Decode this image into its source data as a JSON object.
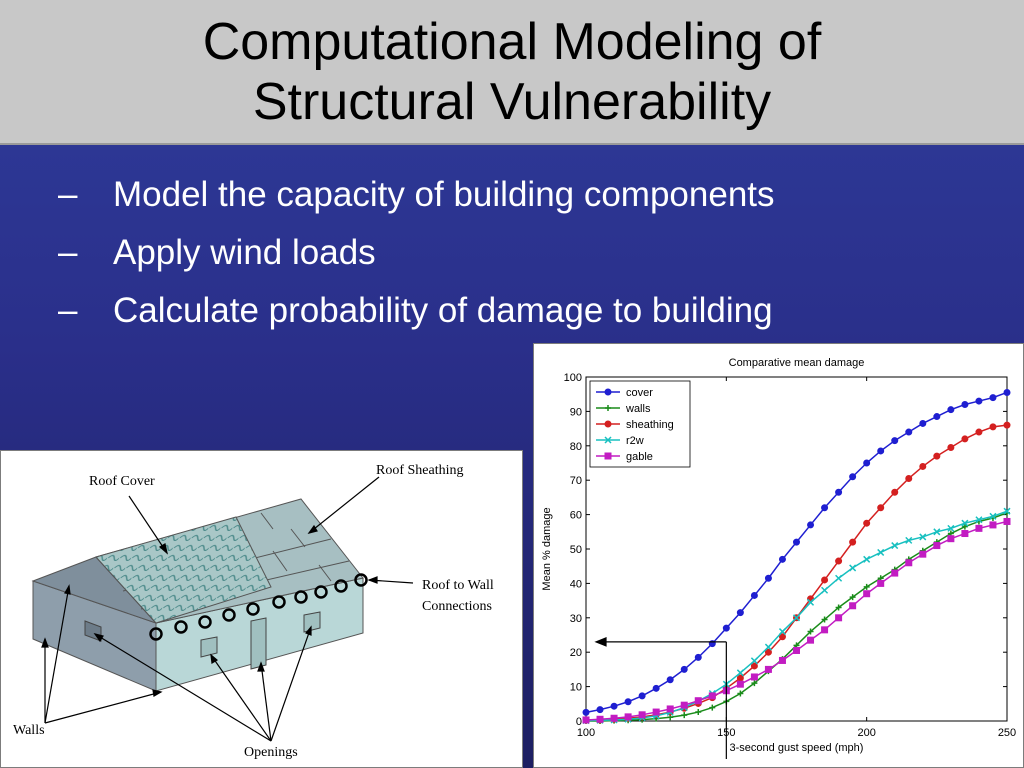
{
  "slide": {
    "title_line1": "Computational Modeling of",
    "title_line2": "Structural Vulnerability",
    "bullets": [
      {
        "marker": "–",
        "text": "Model the capacity of building components"
      },
      {
        "marker": "–",
        "text": "Apply wind loads"
      },
      {
        "marker": "–",
        "text": "Calculate probability of damage to building"
      }
    ]
  },
  "house_diagram": {
    "labels": {
      "roof_cover": "Roof Cover",
      "roof_sheathing": "Roof Sheathing",
      "roof_to_wall_1": "Roof to Wall",
      "roof_to_wall_2": "Connections",
      "walls": "Walls",
      "openings": "Openings"
    },
    "colors": {
      "wall": "#b9d7d7",
      "roof": "#a7c2c2",
      "gable": "#8a9aa6",
      "outline": "#555555"
    }
  },
  "chart_data": {
    "type": "line",
    "title": "Comparative mean damage",
    "xlabel": "3-second gust speed (mph)",
    "ylabel": "Mean % damage",
    "xlim": [
      100,
      250
    ],
    "ylim": [
      0,
      100
    ],
    "xticks": [
      100,
      150,
      200,
      250
    ],
    "yticks": [
      0,
      10,
      20,
      30,
      40,
      50,
      60,
      70,
      80,
      90,
      100
    ],
    "grid": false,
    "legend": "top-left",
    "x": [
      100,
      105,
      110,
      115,
      120,
      125,
      130,
      135,
      140,
      145,
      150,
      155,
      160,
      165,
      170,
      175,
      180,
      185,
      190,
      195,
      200,
      205,
      210,
      215,
      220,
      225,
      230,
      235,
      240,
      245,
      250
    ],
    "series": [
      {
        "name": "cover",
        "color": "#1f1fd1",
        "marker": "circle",
        "values": [
          2.5,
          3.3,
          4.3,
          5.6,
          7.3,
          9.5,
          12,
          15,
          18.5,
          22.5,
          27,
          31.5,
          36.5,
          41.5,
          47,
          52,
          57,
          62,
          66.5,
          71,
          75,
          78.5,
          81.5,
          84,
          86.5,
          88.5,
          90.5,
          92,
          93,
          94,
          95.5
        ]
      },
      {
        "name": "walls",
        "color": "#1a8c1a",
        "marker": "plus",
        "values": [
          0,
          0,
          0.1,
          0.2,
          0.4,
          0.7,
          1.1,
          1.7,
          2.6,
          3.9,
          5.7,
          8,
          11,
          14.5,
          18,
          22,
          26,
          29.5,
          33,
          36,
          39,
          41.5,
          44,
          47,
          49.5,
          52,
          54.5,
          56.5,
          58,
          59,
          60.5
        ]
      },
      {
        "name": "sheathing",
        "color": "#d42020",
        "marker": "circle",
        "values": [
          0.2,
          0.3,
          0.5,
          0.8,
          1.2,
          1.8,
          2.6,
          3.7,
          5.1,
          6.8,
          9.5,
          12.5,
          16,
          20,
          24.5,
          30,
          35.5,
          41,
          46.5,
          52,
          57.5,
          62,
          66.5,
          70.5,
          74,
          77,
          79.5,
          82,
          84,
          85.5,
          86
        ]
      },
      {
        "name": "r2w",
        "color": "#18c0c0",
        "marker": "x",
        "values": [
          0.1,
          0.2,
          0.3,
          0.5,
          0.9,
          1.5,
          2.5,
          3.9,
          5.8,
          8,
          10.7,
          14,
          17.5,
          21.5,
          26,
          30,
          34.5,
          38,
          41.5,
          44.5,
          47,
          49,
          51,
          52.5,
          53.5,
          55,
          56,
          57.5,
          58.5,
          59.5,
          61
        ]
      },
      {
        "name": "gable",
        "color": "#c21cc2",
        "marker": "square",
        "values": [
          0.3,
          0.5,
          0.8,
          1.2,
          1.8,
          2.6,
          3.5,
          4.6,
          5.9,
          7.3,
          8.8,
          10.7,
          12.8,
          15,
          17.6,
          20.5,
          23.5,
          26.5,
          30,
          33.5,
          37,
          40,
          43,
          46,
          48.5,
          51,
          53,
          54.5,
          56,
          57,
          58
        ]
      }
    ]
  }
}
